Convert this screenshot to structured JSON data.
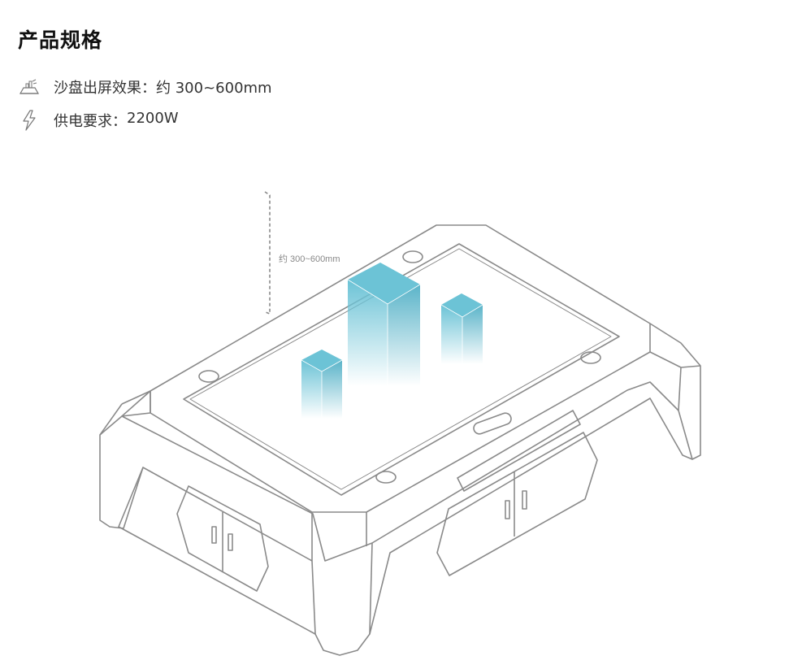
{
  "title": "产品规格",
  "specs": [
    {
      "icon": "sandbox-icon",
      "label": "沙盘出屏效果：",
      "value": "约 300~600mm"
    },
    {
      "icon": "lightning-icon",
      "label": "供电要求：",
      "value": "2200W"
    }
  ],
  "illustration": {
    "dimension_label": "约 300~600mm",
    "line_color": "#8a8a8a",
    "block_color": "#6cc3d6"
  }
}
